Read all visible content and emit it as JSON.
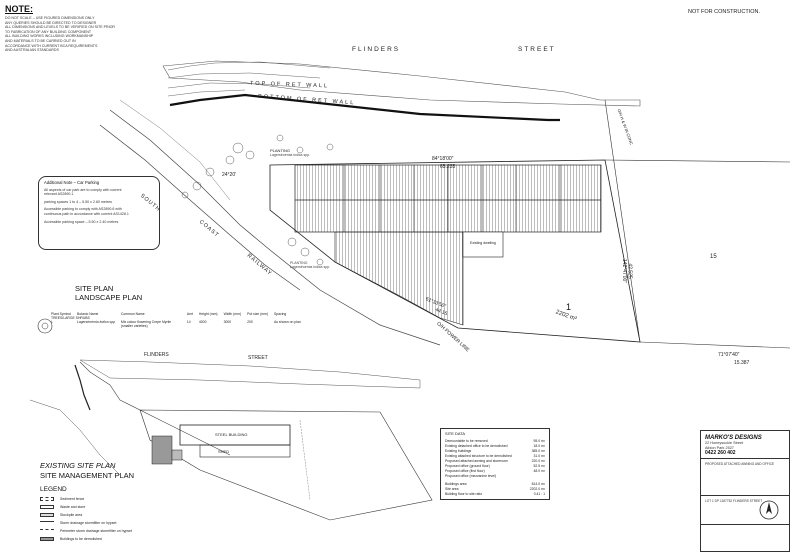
{
  "header": {
    "note_title": "NOTE:",
    "notes": [
      "DO NOT SCALE – USE FIGURED DIMENSIONS ONLY",
      "ANY QUERIES SHOULD BE DIRECTED TO DESIGNER",
      "ALL DIMENSIONS AND LEVELS TO BE VERIFIED ON SITE PRIOR",
      "TO FABRICATION OF ANY BUILDING COMPONENT",
      "ALL BUILDING WORKS INCLUDING WORKMANSHIP",
      "AND MATERIALS TO BE CARRIED OUT IN",
      "ACCORDANCE WITH CURRENT BCA REQUIREMENTS",
      "AND AUSTRALIAN STANDARDS"
    ],
    "status_stamp": "NOT FOR CONSTRUCTION."
  },
  "site_plan": {
    "street_top_1": "FLINDERS",
    "street_top_2": "STREET",
    "top_of_wall": "TOP OF RET WALL",
    "bottom_of_wall": "BOTTOM OF RET WALL",
    "railway_labels": [
      "SOUTH",
      "COAST",
      "RAILWAY"
    ],
    "bearing_top": "84°18'00\"",
    "dist_top": "65.235",
    "bearing_right": "142°47'00\"",
    "dist_right": "42.525",
    "bearing_bottom": "61°33'50\"",
    "dist_bottom": "44.15",
    "bearing_corner": "71°07'40\"",
    "dist_corner": "15.387",
    "lot_number": "1",
    "lot_area": "2202 m²",
    "power_line": "O/H POWER LINE",
    "power_line_right": "O/H H & W IN CONC",
    "road_number": "15",
    "parking_title": "Additional Note – Car Parking",
    "parking_lines": [
      "All aspects of car park are to comply with current",
      "relevant AS2890.1",
      "parking spaces 1 to 4 – 5.50 x 2.60 metres",
      "Accessible parking to comply with AS2890.6 with",
      "continuous path in accordance with current AS1428.1",
      "Accessible parking space – 5.50 x 2.40 metres"
    ],
    "planting_label": "PLANTING\nLagerstroemia indica spp."
  },
  "titles": {
    "site_plan": "SITE PLAN",
    "landscape_plan": "LANDSCAPE PLAN",
    "existing_site_plan": "EXISTING SITE PLAN",
    "site_management_plan": "SITE MANAGEMENT PLAN",
    "legend": "LEGEND"
  },
  "plant_schedule": {
    "headers": [
      "Plant Symbol",
      "Botanic Name",
      "Common Name",
      "Amt",
      "Height (mm)",
      "Width (mm)",
      "Pot size (mm)",
      "Spacing"
    ],
    "section": "TREES/LARGE SHRUBS",
    "row": [
      "L",
      "Lagerstroemia indica spp",
      "Mix colour flowering Crepe Myrtle (smaller varieties)",
      "14",
      "4000",
      "3000",
      "200",
      "As shown on plan"
    ]
  },
  "existing_plan": {
    "street_1": "FLINDERS",
    "street_2": "STREET",
    "building": "STEEL BUILDING",
    "shed": "SHED"
  },
  "legend_items": [
    "Sediment fence",
    "Waste and store",
    "Stockpile area",
    "Storm drainage stormfilter on hypset",
    "Perimeter storm drainage stormfilter on hypset",
    "Buildings to be demolished"
  ],
  "site_data": {
    "title": "SITE DATA",
    "rows": [
      [
        "Demountable to be removed",
        "95.0 m²"
      ],
      [
        "Existing detached office to be demolished",
        "18.0 m²"
      ],
      [
        "Existing buildings",
        "385.0 m²"
      ],
      [
        "Existing attached structure to be demolished",
        "31.0 m²"
      ],
      [
        "Proposed attached awning and storeroom",
        "220.0 m²"
      ],
      [
        "Proposed office (ground floor)",
        "52.5 m²"
      ],
      [
        "Proposed office (first floor)",
        "48.0 m²"
      ],
      [
        "Proposed office (mezzanine level)",
        "",
        ""
      ],
      [
        "Buildings area",
        "814.0 m²"
      ],
      [
        "Site area",
        "2202.0 m²"
      ],
      [
        "Building floor to site ratio",
        "0.41 : 1"
      ]
    ]
  },
  "title_block": {
    "company": "MARKO'S DESIGNS",
    "address_1": "22 Honeysuckle Street",
    "address_2": "Albion Park 2527",
    "phone": "0422 260 402",
    "client_line": "LOT 1 DP 1187752 FLINDERS STREET",
    "project": "PROPOSED ATTACHED AWNING AND OFFICE"
  }
}
